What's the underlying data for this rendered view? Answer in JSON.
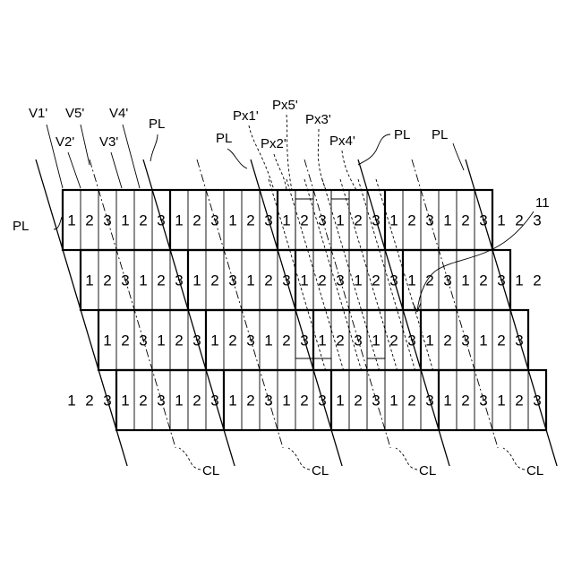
{
  "figure": {
    "subpixel_sequence": [
      "1",
      "2",
      "3"
    ],
    "labels": {
      "v1": "V1'",
      "v5": "V5'",
      "v4": "V4'",
      "v2": "V2'",
      "v3": "V3'",
      "pl": "PL",
      "px1": "Px1'",
      "px5": "Px5'",
      "px3": "Px3'",
      "px2": "Px2'",
      "px4": "Px4'",
      "ref11": "11",
      "cl": "CL"
    }
  }
}
